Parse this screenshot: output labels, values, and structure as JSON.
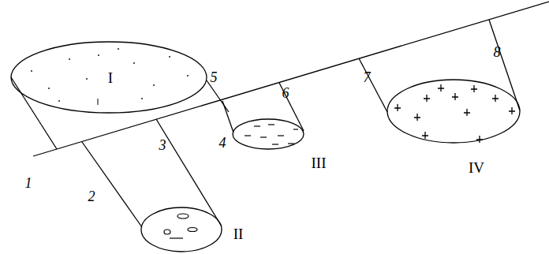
{
  "diagram": {
    "nodes": [
      {
        "text": [
          "I"
        ]
      },
      {
        "text": [
          "II"
        ]
      },
      {
        "text": [
          "III"
        ]
      },
      {
        "text": [
          "IV"
        ]
      }
    ],
    "labels": [
      "1",
      "2",
      "3",
      "4",
      "5",
      "6",
      "7",
      "8"
    ]
  }
}
